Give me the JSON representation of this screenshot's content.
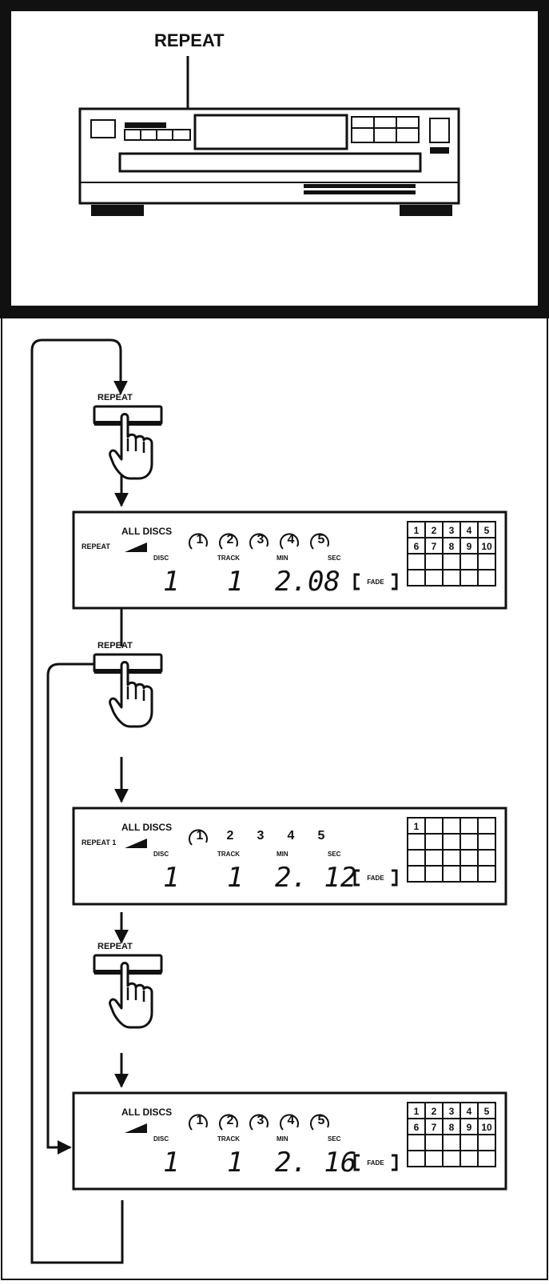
{
  "top_panel": {
    "repeat_label": "REPEAT"
  },
  "button_label": "REPEAT",
  "display_labels": {
    "all_discs": "ALL DISCS",
    "disc": "DISC",
    "track": "TRACK",
    "min": "MIN",
    "sec": "SEC",
    "fade": "FADE"
  },
  "displays": [
    {
      "mode": "REPEAT",
      "disc": "1",
      "track": "1",
      "time": "2.08",
      "discs": [
        "1",
        "2",
        "3",
        "4",
        "5"
      ],
      "disc_style": "circled",
      "grid": [
        "1",
        "2",
        "3",
        "4",
        "5",
        "6",
        "7",
        "8",
        "9",
        "10",
        "",
        "",
        "",
        "",
        "",
        "",
        "",
        "",
        "",
        ""
      ]
    },
    {
      "mode": "REPEAT 1",
      "disc": "1",
      "track": "1",
      "time": "2. 12",
      "discs": [
        "1",
        "2",
        "3",
        "4",
        "5"
      ],
      "disc_style": "first-circled",
      "grid": [
        "1",
        "",
        "",
        "",
        "",
        "",
        "",
        "",
        "",
        "",
        "",
        "",
        "",
        "",
        "",
        "",
        "",
        "",
        "",
        ""
      ]
    },
    {
      "mode": "",
      "disc": "1",
      "track": "1",
      "time": "2. 16",
      "discs": [
        "1",
        "2",
        "3",
        "4",
        "5"
      ],
      "disc_style": "circled",
      "grid": [
        "1",
        "2",
        "3",
        "4",
        "5",
        "6",
        "7",
        "8",
        "9",
        "10",
        "",
        "",
        "",
        "",
        "",
        "",
        "",
        "",
        "",
        ""
      ]
    }
  ]
}
